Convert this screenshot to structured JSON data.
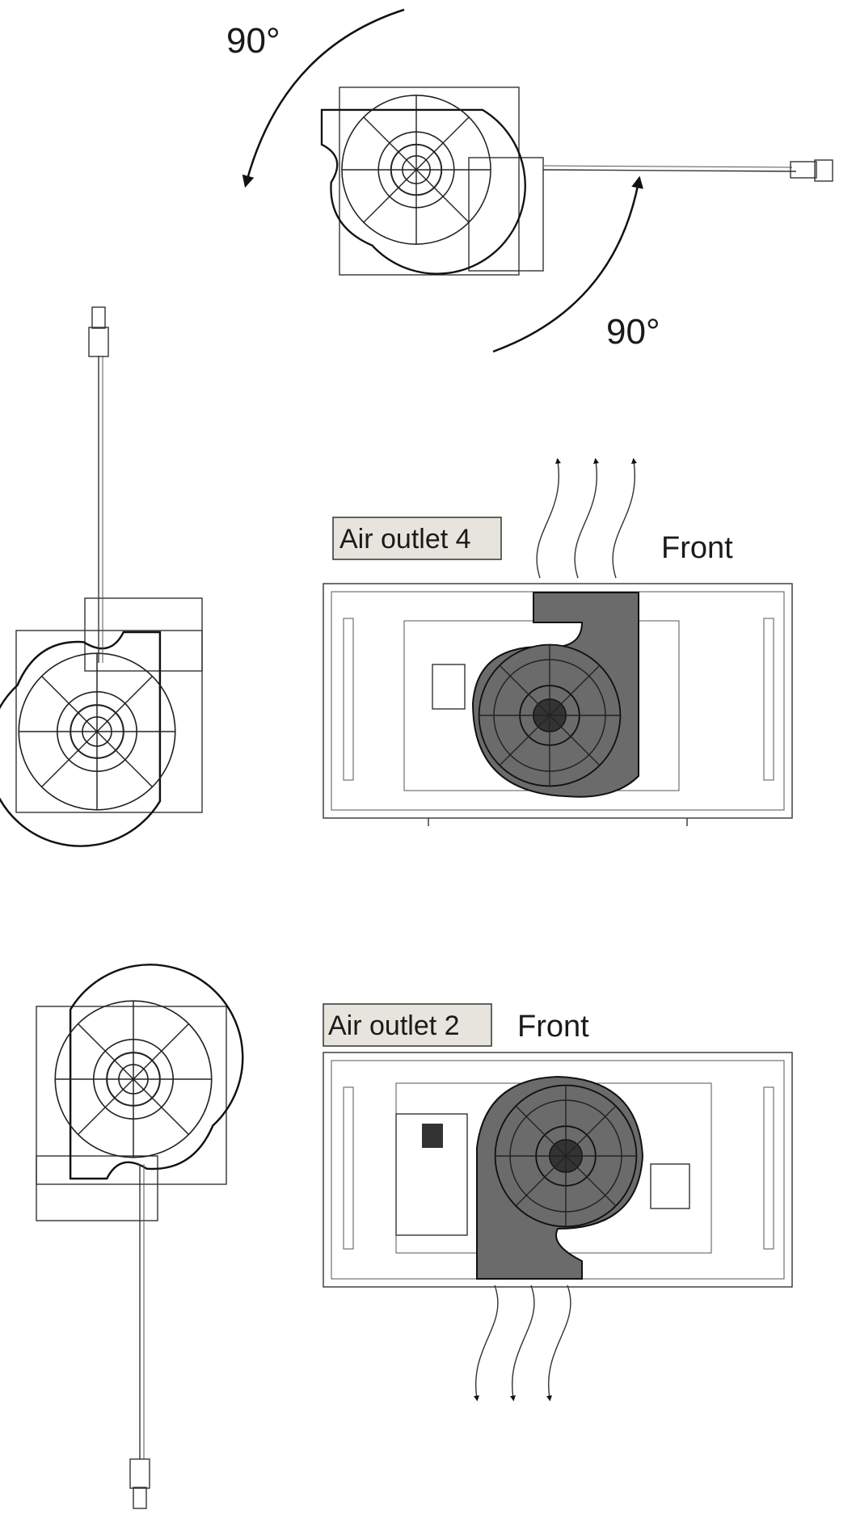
{
  "rotation": {
    "top_angle": "90°",
    "right_angle": "90°"
  },
  "panel_outlet_4": {
    "tag": "Air outlet 4",
    "front_label": "Front"
  },
  "panel_outlet_2": {
    "tag": "Air outlet 2",
    "front_label": "Front"
  },
  "colors": {
    "line": "#111111",
    "fan_fill": "#6b6b6b",
    "tag_bg": "#e6e4dc"
  }
}
